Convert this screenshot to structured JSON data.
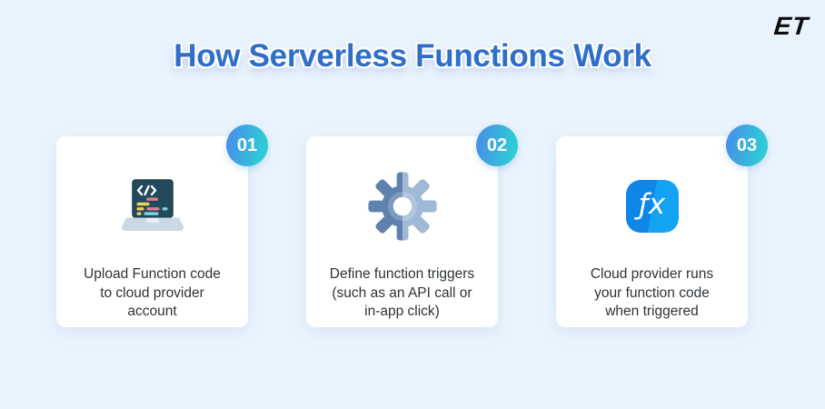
{
  "page": {
    "title": "How Serverless Functions Work",
    "logo": "ET"
  },
  "cards": [
    {
      "number": "01",
      "icon": "laptop-code-icon",
      "text": "Upload Function code\nto cloud provider\naccount"
    },
    {
      "number": "02",
      "icon": "gear-icon",
      "text": "Define function triggers\n(such as an API call or\nin-app click)"
    },
    {
      "number": "03",
      "icon": "function-fx-icon",
      "fx_glyph": "ƒx",
      "text": "Cloud provider runs\nyour function code\nwhen triggered"
    }
  ],
  "colors": {
    "background": "#e9f3fd",
    "card": "#ffffff",
    "title": "#2f6fc8",
    "body_text": "#2e3338",
    "badge_gradient_start": "#4496e6",
    "badge_gradient_end": "#2fcbd6",
    "fx_blue_dark": "#0d86e8",
    "fx_blue_light": "#14a3f3",
    "gear_dark": "#5e81ad",
    "gear_light": "#9fb9d6",
    "laptop_screen": "#214b5d",
    "laptop_base": "#cbd9e5",
    "code_yellow": "#f1ce5d",
    "code_pink": "#e47a8f",
    "code_cyan": "#7fd3e0",
    "logo_text": "#0b0d10"
  }
}
